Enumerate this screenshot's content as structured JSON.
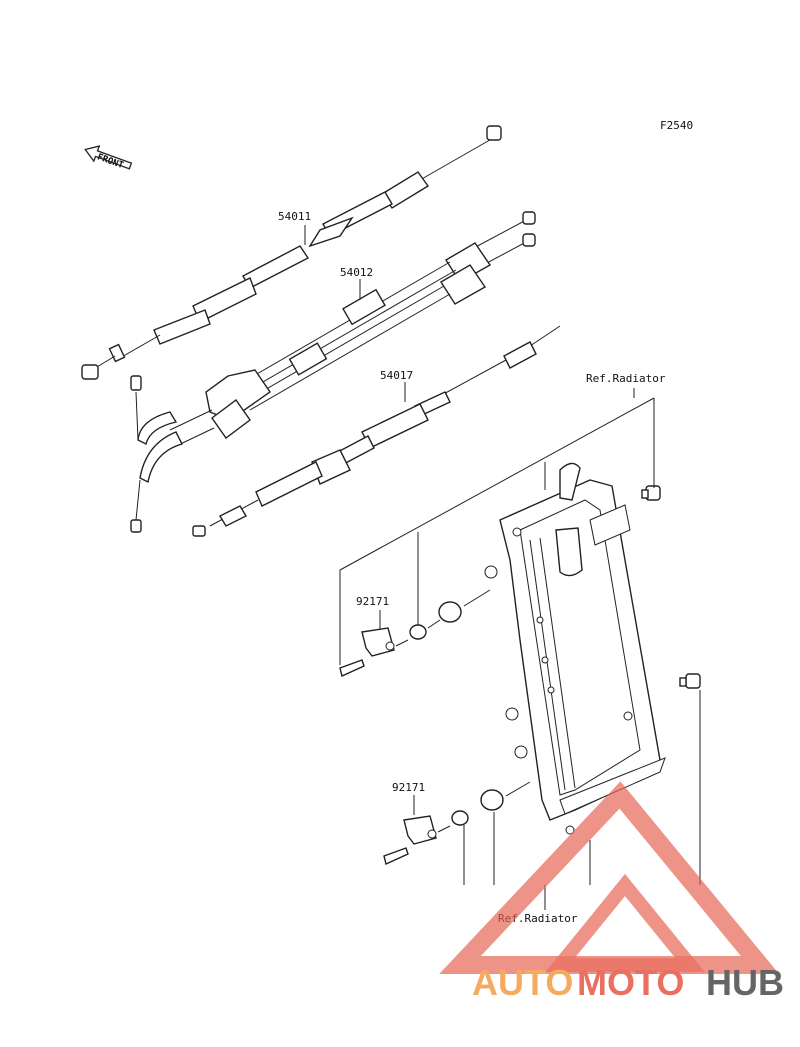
{
  "figure_code": "F2540",
  "front_arrow": "FRONT",
  "parts": {
    "cable_throttle": "54011",
    "cable_throttle_return": "54012",
    "cable_choke": "54017",
    "clamp_upper": "92171",
    "clamp_lower": "92171"
  },
  "refs": {
    "radiator_top": "Ref.Radiator",
    "radiator_bottom": "Ref.Radiator"
  },
  "watermark": {
    "part1": "AUTO",
    "part2": "MOTO",
    "part3": "HUB",
    "colors": {
      "orange": "#f4a24e",
      "red": "#e7604f",
      "gray": "#555555"
    }
  }
}
